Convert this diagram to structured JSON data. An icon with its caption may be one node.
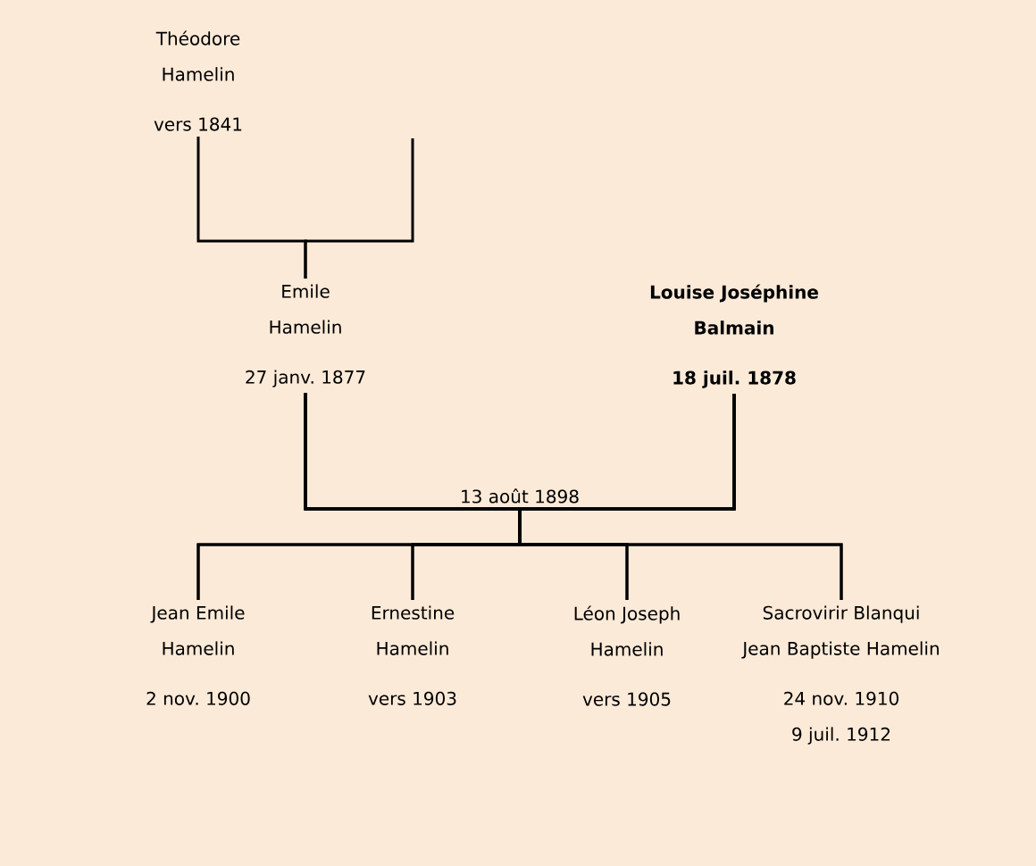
{
  "diagram": {
    "nodes": [
      {
        "text": [
          "Théodore Hamelin",
          "vers 1841"
        ]
      },
      {
        "text": [
          "Emile Hamelin",
          "27 janv. 1877"
        ]
      },
      {
        "text": [
          "Louise Joséphine Balmain",
          "18 juil. 1878"
        ]
      },
      {
        "text": [
          "Jean Emile Hamelin",
          "2 nov. 1900"
        ]
      },
      {
        "text": [
          "Ernestine Hamelin",
          "vers 1903"
        ]
      },
      {
        "text": [
          "Léon Joseph Hamelin",
          "vers 1905"
        ]
      },
      {
        "text": [
          "Sacrovirir Blanqui Jean Baptiste Hamelin",
          "24 nov. 1910",
          "9 juil. 1912"
        ]
      }
    ],
    "edges": [
      {
        "from": 0,
        "to": 1,
        "arrow": "none"
      },
      {
        "from": null,
        "to": 1,
        "arrow": "none"
      },
      {
        "from": 1,
        "to": 2,
        "arrow": "none",
        "label": "13 août 1898"
      },
      {
        "from": 1,
        "to": 3,
        "arrow": "none"
      },
      {
        "from": 1,
        "to": 4,
        "arrow": "none"
      },
      {
        "from": 1,
        "to": 5,
        "arrow": "none"
      },
      {
        "from": 1,
        "to": 6,
        "arrow": "none"
      },
      {
        "from": 2,
        "to": 3,
        "arrow": "none"
      },
      {
        "from": 2,
        "to": 4,
        "arrow": "none"
      },
      {
        "from": 2,
        "to": 5,
        "arrow": "none"
      },
      {
        "from": 2,
        "to": 6,
        "arrow": "none"
      }
    ]
  }
}
